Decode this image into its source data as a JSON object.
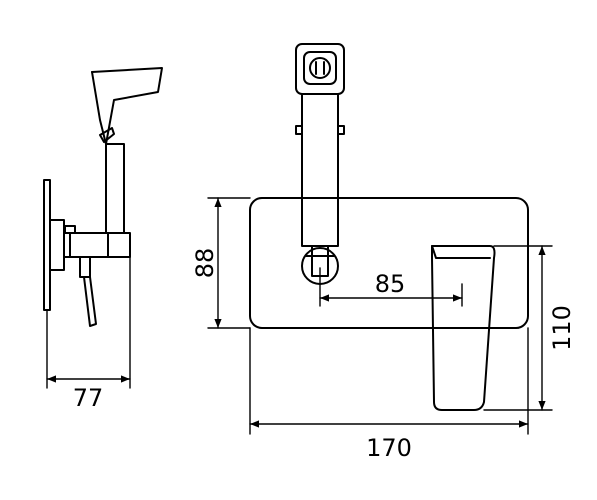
{
  "dimensions": {
    "depth": "77",
    "plate_height": "88",
    "spout_offset": "85",
    "overall_height": "110",
    "overall_width": "170"
  }
}
